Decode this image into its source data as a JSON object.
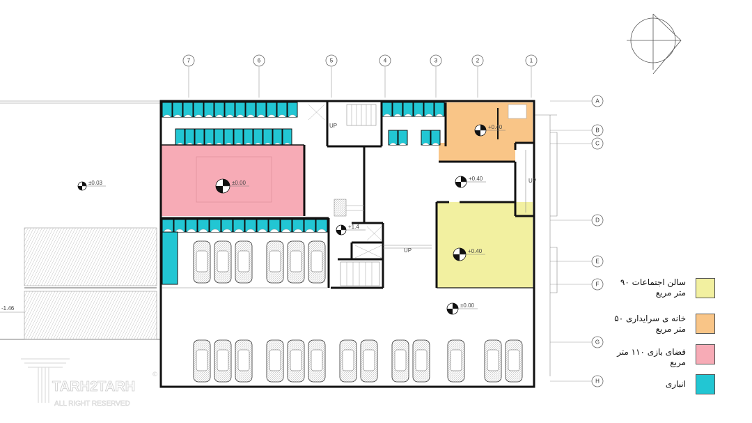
{
  "grid": {
    "columns": [
      "7",
      "6",
      "5",
      "4",
      "3",
      "2",
      "1"
    ],
    "rows": [
      "A",
      "B",
      "C",
      "D",
      "E",
      "F",
      "G",
      "H"
    ]
  },
  "levels": {
    "play_room": "±0.00",
    "caretaker": "+0.40",
    "lobby": "+0.40",
    "meeting_hall": "+0.40",
    "parking": "±0.00",
    "stair_core": "+1.4",
    "outside": "±0.03",
    "ramp": "-1.46"
  },
  "annotations": {
    "up1": "UP",
    "up2": "UP",
    "up3": "UP"
  },
  "legend": [
    {
      "label": "سالن اجتماعات ۹۰ متر مربع",
      "color": "#f2f0a0"
    },
    {
      "label": "خانه ی سرایداری ۵۰ متر مربع",
      "color": "#f9c587"
    },
    {
      "label": "فضای بازی ۱۱۰ متر مربع",
      "color": "#f7abb6"
    },
    {
      "label": "انباری",
      "color": "#22c6d3"
    }
  ],
  "watermark": {
    "brand": "TARH2TARH",
    "sub": "ALL RIGHT RESERVED",
    "mark": "©"
  },
  "colors": {
    "meeting": "#f2f0a0",
    "caretaker": "#f9c587",
    "play": "#f7abb6",
    "storage": "#22c6d3",
    "wall": "#111111"
  }
}
